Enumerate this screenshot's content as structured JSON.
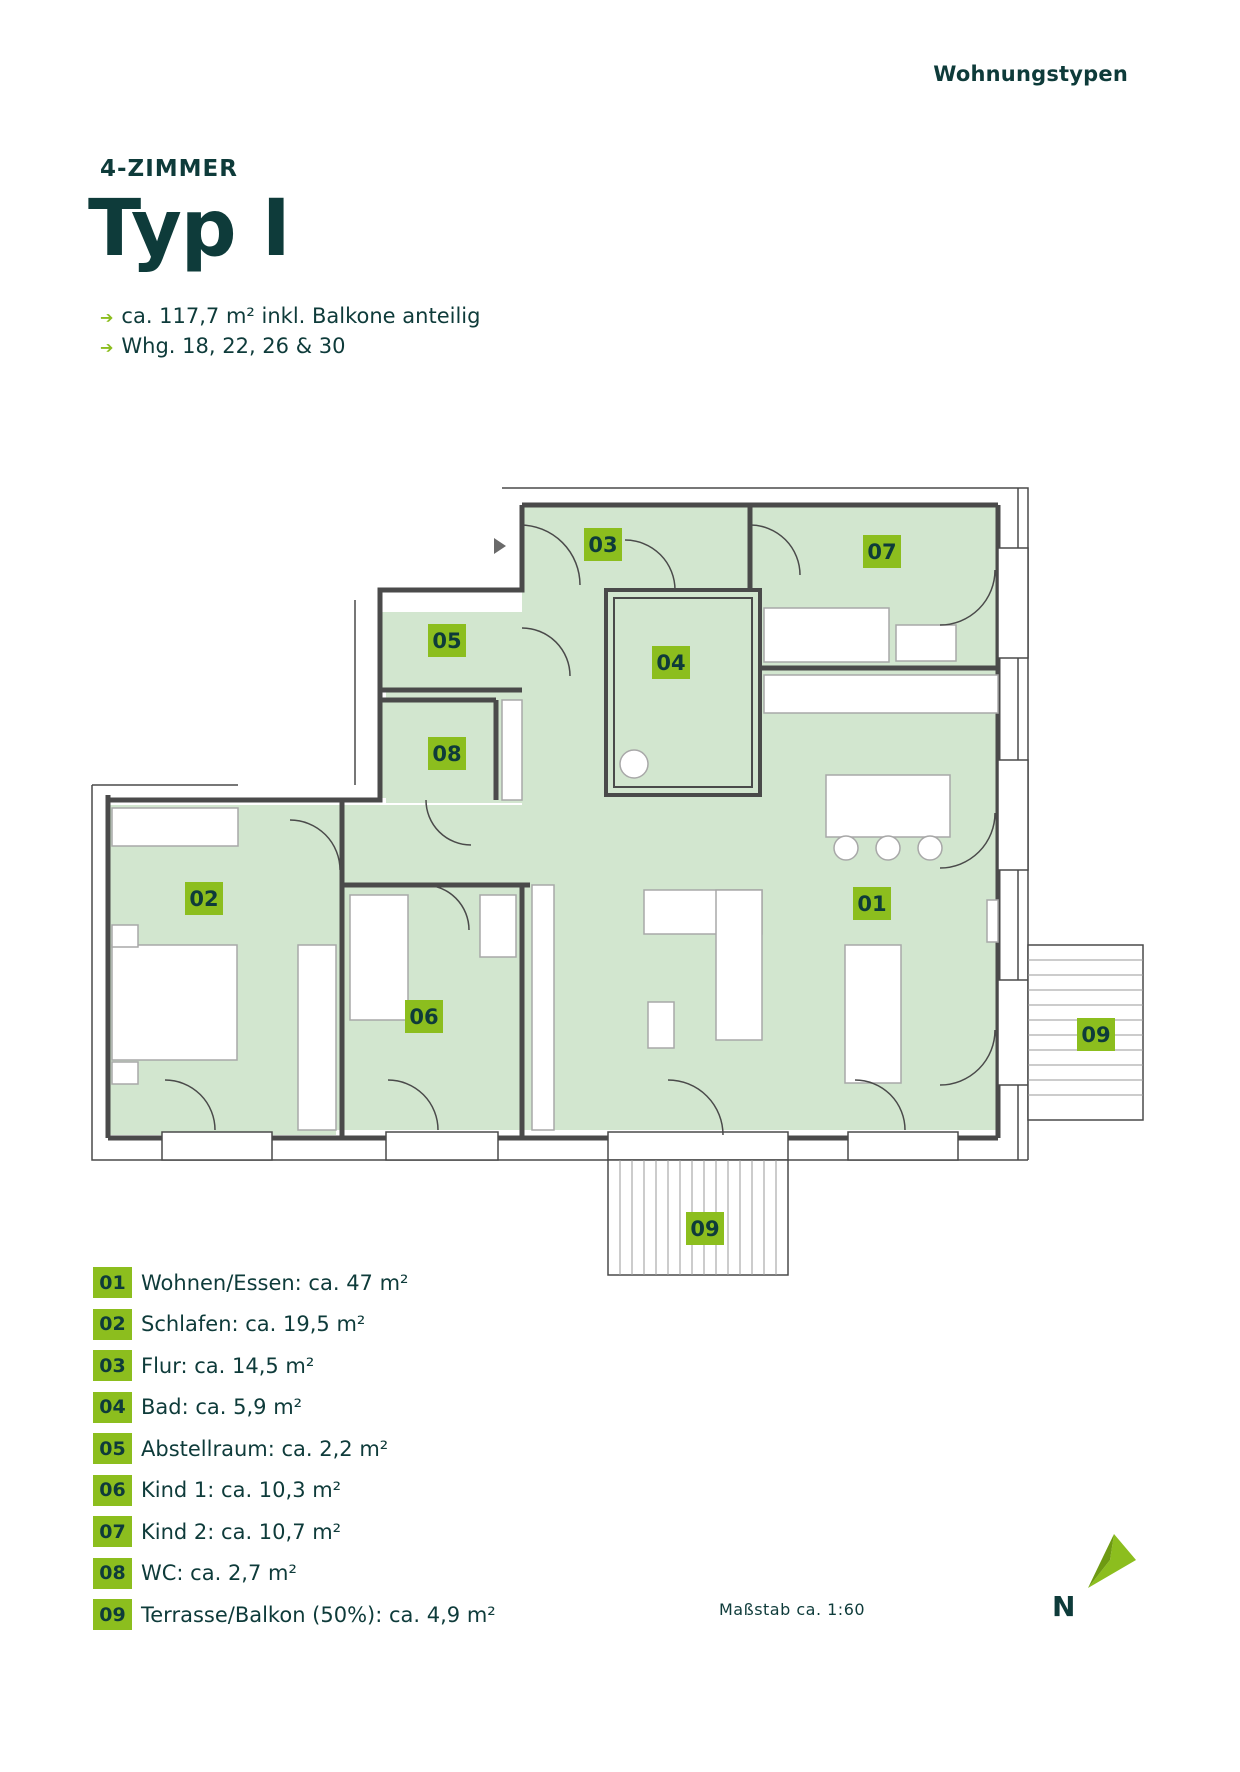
{
  "header": {
    "section": "Wohnungstypen"
  },
  "unit": {
    "category": "4-ZIMMER",
    "type": "Typ I",
    "area_note": "ca. 117,7 m² inkl. Balkone anteilig",
    "apartments": "Whg. 18, 22, 26 & 30"
  },
  "plan": {
    "tags": [
      "01",
      "02",
      "03",
      "04",
      "05",
      "06",
      "07",
      "08",
      "09",
      "09"
    ],
    "colors": {
      "room_fill": "#d2e6cf",
      "wall": "#4a4a4a",
      "tag": "#8cbe1e",
      "text": "#0e3b3a"
    }
  },
  "legend": [
    {
      "num": "01",
      "text": "Wohnen/Essen: ca. 47 m²"
    },
    {
      "num": "02",
      "text": "Schlafen: ca. 19,5 m²"
    },
    {
      "num": "03",
      "text": "Flur: ca. 14,5 m²"
    },
    {
      "num": "04",
      "text": "Bad: ca. 5,9 m²"
    },
    {
      "num": "05",
      "text": "Abstellraum: ca. 2,2 m²"
    },
    {
      "num": "06",
      "text": "Kind 1: ca. 10,3 m²"
    },
    {
      "num": "07",
      "text": "Kind 2: ca. 10,7 m²"
    },
    {
      "num": "08",
      "text": "WC: ca. 2,7 m²"
    },
    {
      "num": "09",
      "text": "Terrasse/Balkon (50%): ca. 4,9 m²"
    }
  ],
  "footer": {
    "scale": "Maßstab ca. 1:60",
    "north": "N"
  },
  "icons": {
    "north_arrow": "north-arrow-icon",
    "entrance": "entrance-arrow-icon"
  }
}
